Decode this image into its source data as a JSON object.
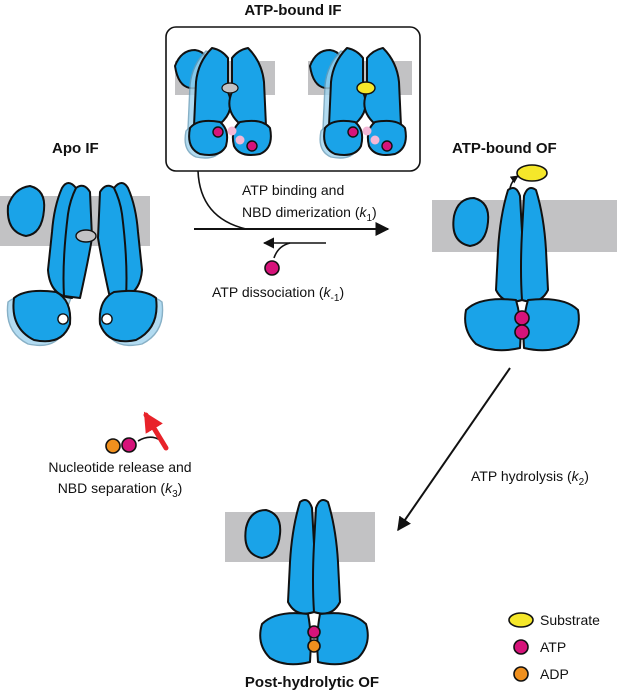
{
  "states": {
    "apo_if": "Apo IF",
    "atp_bound_if": "ATP-bound IF",
    "atp_bound_of": "ATP-bound OF",
    "post_hydrolytic_of": "Post-hydrolytic OF"
  },
  "steps": {
    "binding_line1": "ATP binding and",
    "binding_line2": "NBD dimerization (",
    "binding_k": "k",
    "binding_sub": "1",
    "binding_close": ")",
    "dissociation": "ATP dissociation (",
    "dissociation_k": "k",
    "dissociation_sub": "-1",
    "dissociation_close": ")",
    "hydrolysis": "ATP hydrolysis (",
    "hydrolysis_k": "k",
    "hydrolysis_sub": "2",
    "hydrolysis_close": ")",
    "release_line1": "Nucleotide release and",
    "release_line2": "NBD separation (",
    "release_k": "k",
    "release_sub": "3",
    "release_close": ")"
  },
  "legend": [
    {
      "label": "Substrate",
      "color": "#f5e72a"
    },
    {
      "label": "ATP",
      "color": "#d6137a"
    },
    {
      "label": "ADP",
      "color": "#f0901e"
    }
  ],
  "colors": {
    "protein": "#1aa3e8",
    "membrane": "#c2c2c4",
    "release_arrow": "#e8232a"
  }
}
